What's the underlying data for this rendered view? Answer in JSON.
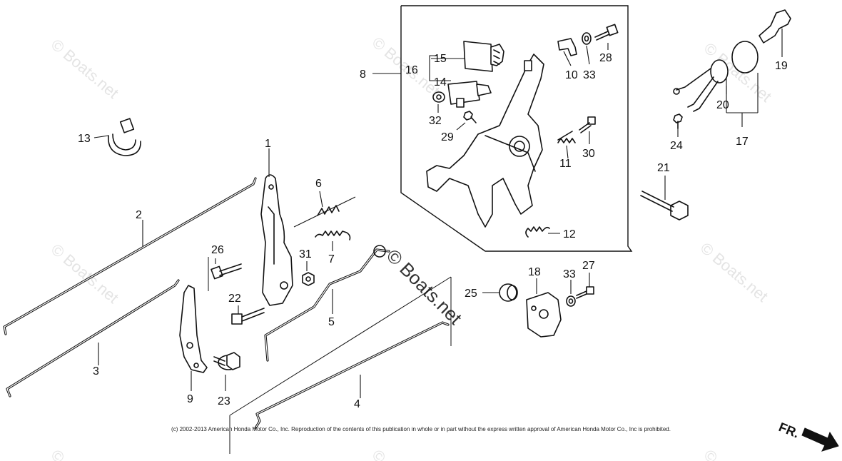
{
  "watermark": {
    "text": "Boats.net",
    "symbol": "©"
  },
  "callouts": [
    {
      "id": "1",
      "label": "1"
    },
    {
      "id": "2",
      "label": "2"
    },
    {
      "id": "3",
      "label": "3"
    },
    {
      "id": "4",
      "label": "4"
    },
    {
      "id": "5",
      "label": "5"
    },
    {
      "id": "6",
      "label": "6"
    },
    {
      "id": "7",
      "label": "7"
    },
    {
      "id": "8",
      "label": "8"
    },
    {
      "id": "9",
      "label": "9"
    },
    {
      "id": "10",
      "label": "10"
    },
    {
      "id": "11",
      "label": "11"
    },
    {
      "id": "12",
      "label": "12"
    },
    {
      "id": "13",
      "label": "13"
    },
    {
      "id": "14",
      "label": "14"
    },
    {
      "id": "15",
      "label": "15"
    },
    {
      "id": "16",
      "label": "16"
    },
    {
      "id": "17",
      "label": "17"
    },
    {
      "id": "18",
      "label": "18"
    },
    {
      "id": "19",
      "label": "19"
    },
    {
      "id": "20",
      "label": "20"
    },
    {
      "id": "21",
      "label": "21"
    },
    {
      "id": "22",
      "label": "22"
    },
    {
      "id": "23",
      "label": "23"
    },
    {
      "id": "24",
      "label": "24"
    },
    {
      "id": "25",
      "label": "25"
    },
    {
      "id": "26",
      "label": "26"
    },
    {
      "id": "27",
      "label": "27"
    },
    {
      "id": "28",
      "label": "28"
    },
    {
      "id": "29",
      "label": "29"
    },
    {
      "id": "30",
      "label": "30"
    },
    {
      "id": "31",
      "label": "31"
    },
    {
      "id": "32",
      "label": "32"
    },
    {
      "id": "33a",
      "label": "33"
    },
    {
      "id": "33b",
      "label": "33"
    }
  ],
  "copyright": "(c) 2002-2013 American Honda Motor Co., Inc. Reproduction of the contents of this publication in whole or in part without the express written approval of American Honda Motor Co., Inc is prohibited.",
  "front_indicator": "FR.",
  "icons": {
    "front_arrow": "arrow-icon"
  }
}
